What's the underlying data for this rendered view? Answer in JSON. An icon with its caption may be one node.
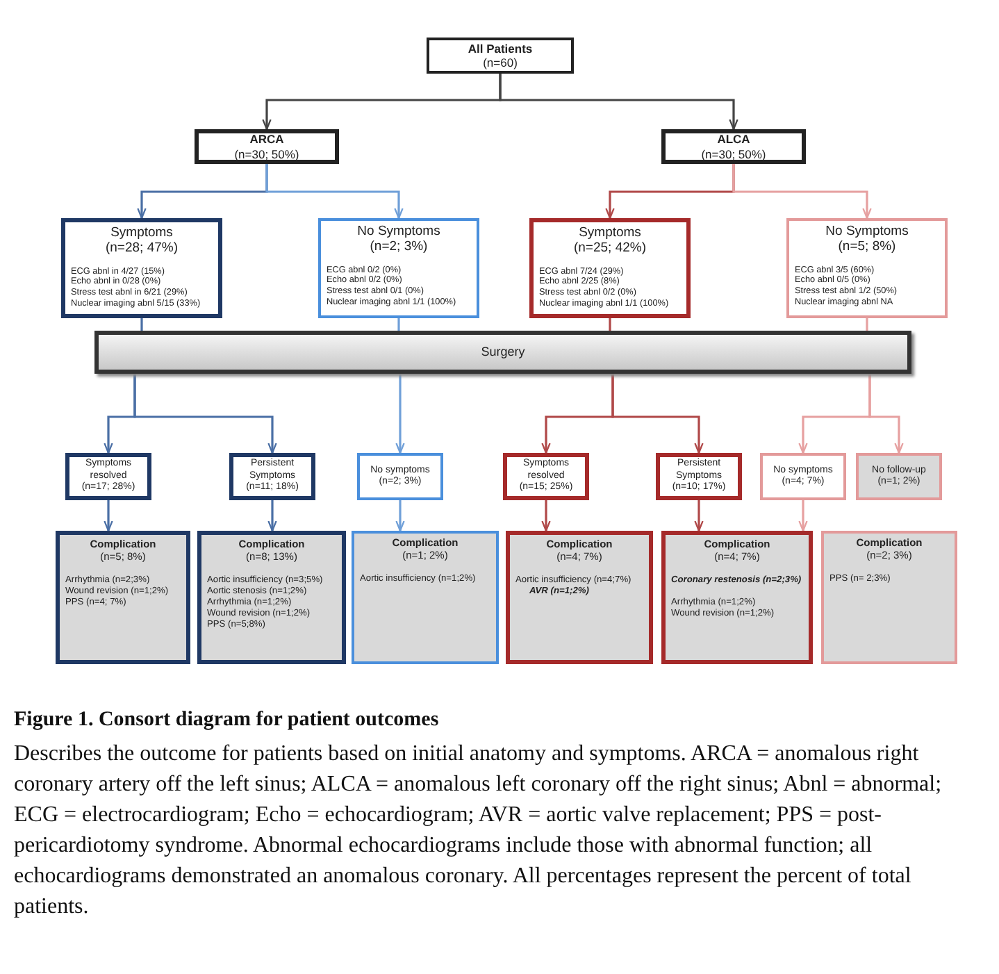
{
  "diagram": {
    "title": "Figure 1. Consort diagram for patient outcomes",
    "caption": "Describes the outcome for patients based on initial anatomy and symptoms. ARCA = anomalous right coronary artery off the left sinus; ALCA = anomalous left coronary off the right sinus; Abnl = abnormal; ECG = electrocardiogram; Echo = echocardiogram; AVR = aortic valve replacement; PPS = post-pericardiotomy syndrome. Abnormal echocardiograms include those with abnormal function; all echocardiograms demonstrated an anomalous coronary. All percentages represent the percent of total patients.",
    "nodes": [
      {
        "text": [
          "All Patients",
          "(n=60)"
        ]
      },
      {
        "text": [
          "ARCA",
          "(n=30; 50%)"
        ]
      },
      {
        "text": [
          "ALCA",
          "(n=30; 50%)"
        ]
      },
      {
        "text": [
          "Symptoms",
          "(n=28; 47%)",
          "ECG abnl in 4/27 (15%)",
          "Echo abnl in 0/28 (0%)",
          "Stress test abnl in 6/21 (29%)",
          "Nuclear imaging abnl 5/15 (33%)"
        ]
      },
      {
        "text": [
          "No Symptoms",
          "(n=2; 3%)",
          "ECG abnl 0/2 (0%)",
          "Echo abnl 0/2 (0%)",
          "Stress test abnl 0/1 (0%)",
          "Nuclear imaging abnl 1/1 (100%)"
        ]
      },
      {
        "text": [
          "Symptoms",
          "(n=25; 42%)",
          "ECG abnl 7/24 (29%)",
          "Echo abnl 2/25 (8%)",
          "Stress test abnl 0/2 (0%)",
          "Nuclear imaging abnl 1/1 (100%)"
        ]
      },
      {
        "text": [
          "No Symptoms",
          "(n=5; 8%)",
          "ECG abnl 3/5 (60%)",
          "Echo abnl 0/5 (0%)",
          "Stress test abnl 1/2 (50%)",
          "Nuclear imaging abnl NA"
        ]
      },
      {
        "text": [
          "Surgery"
        ]
      },
      {
        "text": [
          "Symptoms resolved",
          "(n=17; 28%)"
        ]
      },
      {
        "text": [
          "Persistent Symptoms",
          "(n=11; 18%)"
        ]
      },
      {
        "text": [
          "No symptoms",
          "(n=2; 3%)"
        ]
      },
      {
        "text": [
          "Symptoms resolved",
          "(n=15; 25%)"
        ]
      },
      {
        "text": [
          "Persistent Symptoms",
          "(n=10; 17%)"
        ]
      },
      {
        "text": [
          "No symptoms",
          "(n=4; 7%)"
        ]
      },
      {
        "text": [
          "No follow-up",
          "(n=1; 2%)"
        ]
      },
      {
        "text": [
          "Complication",
          "(n=5; 8%)",
          "Arrhythmia (n=2;3%)",
          "Wound revision (n=1;2%)",
          "PPS (n=4;  7%)"
        ]
      },
      {
        "text": [
          "Complication",
          "(n=8; 13%)",
          "Aortic insufficiency (n=3;5%)",
          "Aortic stenosis (n=1;2%)",
          "Arrhythmia (n=1;2%)",
          "Wound revision (n=1;2%)",
          "PPS (n=5;8%)"
        ]
      },
      {
        "text": [
          "Complication",
          "(n=1; 2%)",
          "Aortic insufficiency (n=1;2%)"
        ]
      },
      {
        "text": [
          "Complication",
          "(n=4; 7%)",
          "Aortic insufficiency (n=4;7%)",
          "AVR (n=1;2%)"
        ]
      },
      {
        "text": [
          "Complication",
          "(n=4; 7%)",
          "Coronary restenosis (n=2;3%)",
          "Arrhythmia (n=1;2%)",
          "Wound revision (n=1;2%)"
        ]
      },
      {
        "text": [
          "Complication",
          "(n=2; 3%)",
          "PPS (n= 2;3%)"
        ]
      }
    ],
    "edges": [
      {
        "from": 0,
        "to": 1,
        "arrow": "to",
        "color": "#444444"
      },
      {
        "from": 0,
        "to": 2,
        "arrow": "to",
        "color": "#444444"
      },
      {
        "from": 1,
        "to": 3,
        "arrow": "to",
        "color": "#4a6fa5"
      },
      {
        "from": 1,
        "to": 4,
        "arrow": "to",
        "color": "#6f9fd8"
      },
      {
        "from": 2,
        "to": 5,
        "arrow": "to",
        "color": "#b04848"
      },
      {
        "from": 2,
        "to": 6,
        "arrow": "to",
        "color": "#e6a0a0"
      },
      {
        "from": 3,
        "to": 7,
        "arrow": "none",
        "color": "#4a6fa5"
      },
      {
        "from": 4,
        "to": 7,
        "arrow": "none",
        "color": "#6f9fd8"
      },
      {
        "from": 5,
        "to": 7,
        "arrow": "none",
        "color": "#b04848"
      },
      {
        "from": 6,
        "to": 7,
        "arrow": "none",
        "color": "#e6a0a0"
      },
      {
        "from": 7,
        "to": 8,
        "arrow": "to",
        "color": "#4a6fa5"
      },
      {
        "from": 7,
        "to": 9,
        "arrow": "to",
        "color": "#4a6fa5"
      },
      {
        "from": 7,
        "to": 10,
        "arrow": "to",
        "color": "#6f9fd8"
      },
      {
        "from": 7,
        "to": 11,
        "arrow": "to",
        "color": "#b04848"
      },
      {
        "from": 7,
        "to": 12,
        "arrow": "to",
        "color": "#b04848"
      },
      {
        "from": 7,
        "to": 13,
        "arrow": "to",
        "color": "#e6a0a0"
      },
      {
        "from": 7,
        "to": 14,
        "arrow": "to",
        "color": "#e6a0a0"
      },
      {
        "from": 8,
        "to": 15,
        "arrow": "to",
        "color": "#4a6fa5"
      },
      {
        "from": 9,
        "to": 16,
        "arrow": "to",
        "color": "#4a6fa5"
      },
      {
        "from": 10,
        "to": 17,
        "arrow": "to",
        "color": "#6f9fd8"
      },
      {
        "from": 11,
        "to": 18,
        "arrow": "to",
        "color": "#b04848"
      },
      {
        "from": 12,
        "to": 19,
        "arrow": "to",
        "color": "#b04848"
      },
      {
        "from": 13,
        "to": 20,
        "arrow": "to",
        "color": "#e6a0a0"
      }
    ]
  }
}
